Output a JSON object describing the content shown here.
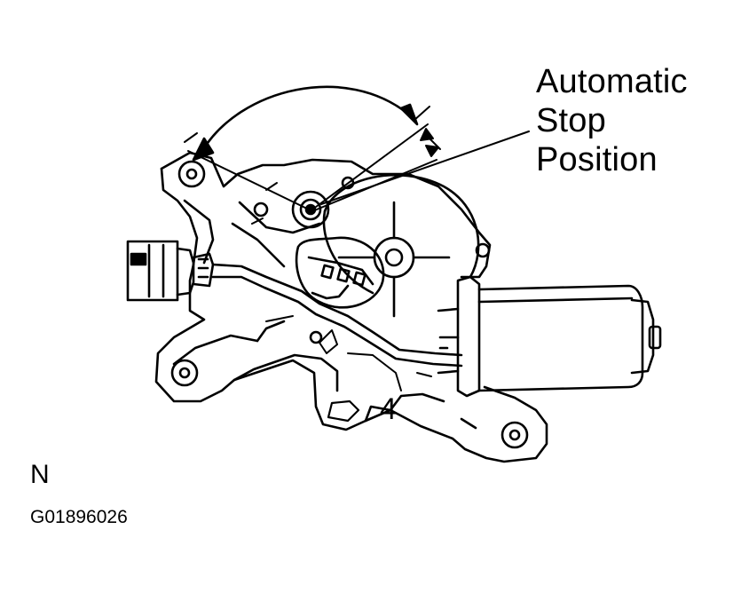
{
  "callout": {
    "line1": "Automatic",
    "line2": "Stop",
    "line3": "Position"
  },
  "part_number": "4",
  "view_letter": "N",
  "figure_code": "G01896026",
  "colors": {
    "ink": "#000000",
    "paper": "#ffffff"
  }
}
